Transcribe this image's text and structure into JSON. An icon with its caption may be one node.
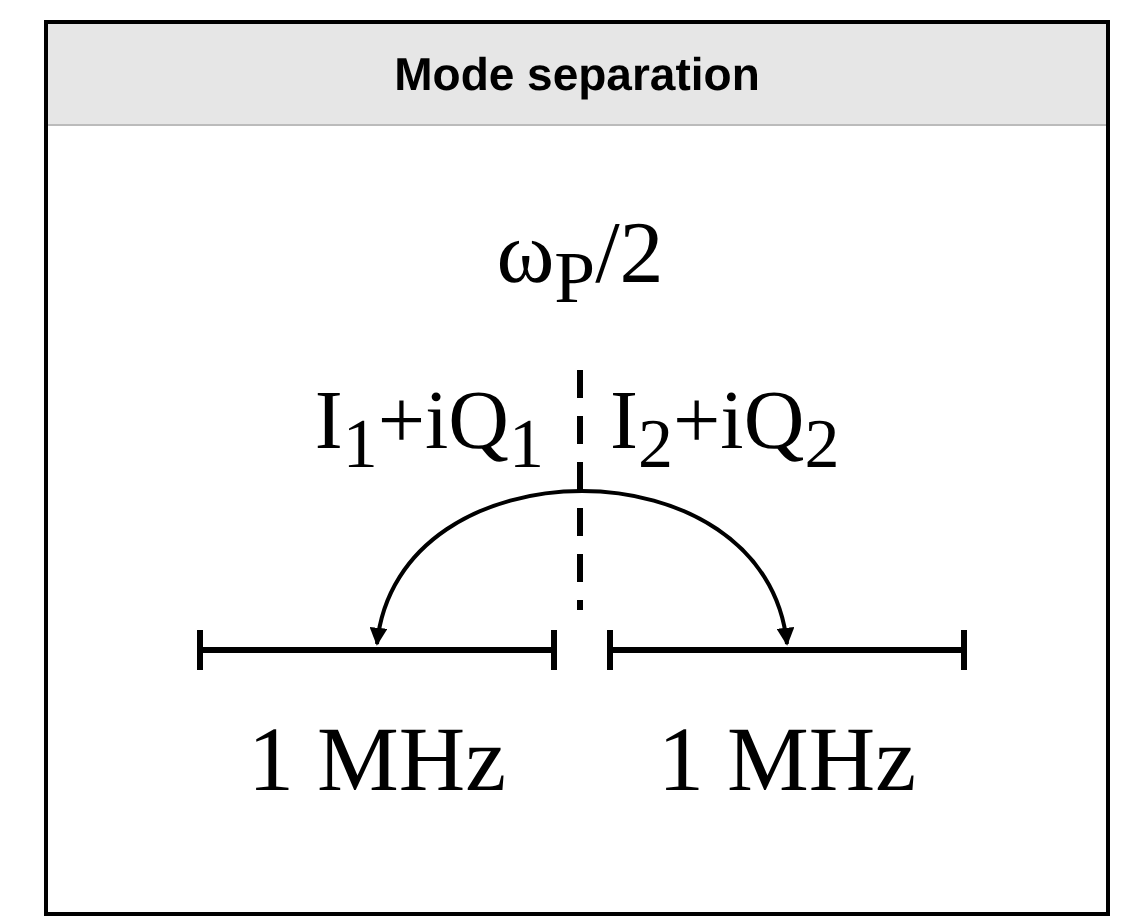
{
  "diagram": {
    "title": "Mode separation",
    "nodes": [
      {
        "text": [],
        "shape": "bar",
        "beside": [
          "1 MHz"
        ]
      },
      {
        "text": [],
        "shape": "bar",
        "beside": [
          "1 MHz"
        ]
      }
    ],
    "edges": [
      {
        "from": 0,
        "to": 1,
        "arrow": "both"
      }
    ],
    "labels": [
      "ω$_{P}$/2",
      "I$_{1}$+iQ$_{1}$",
      "I$_{2}$+iQ$_{2}$"
    ]
  }
}
